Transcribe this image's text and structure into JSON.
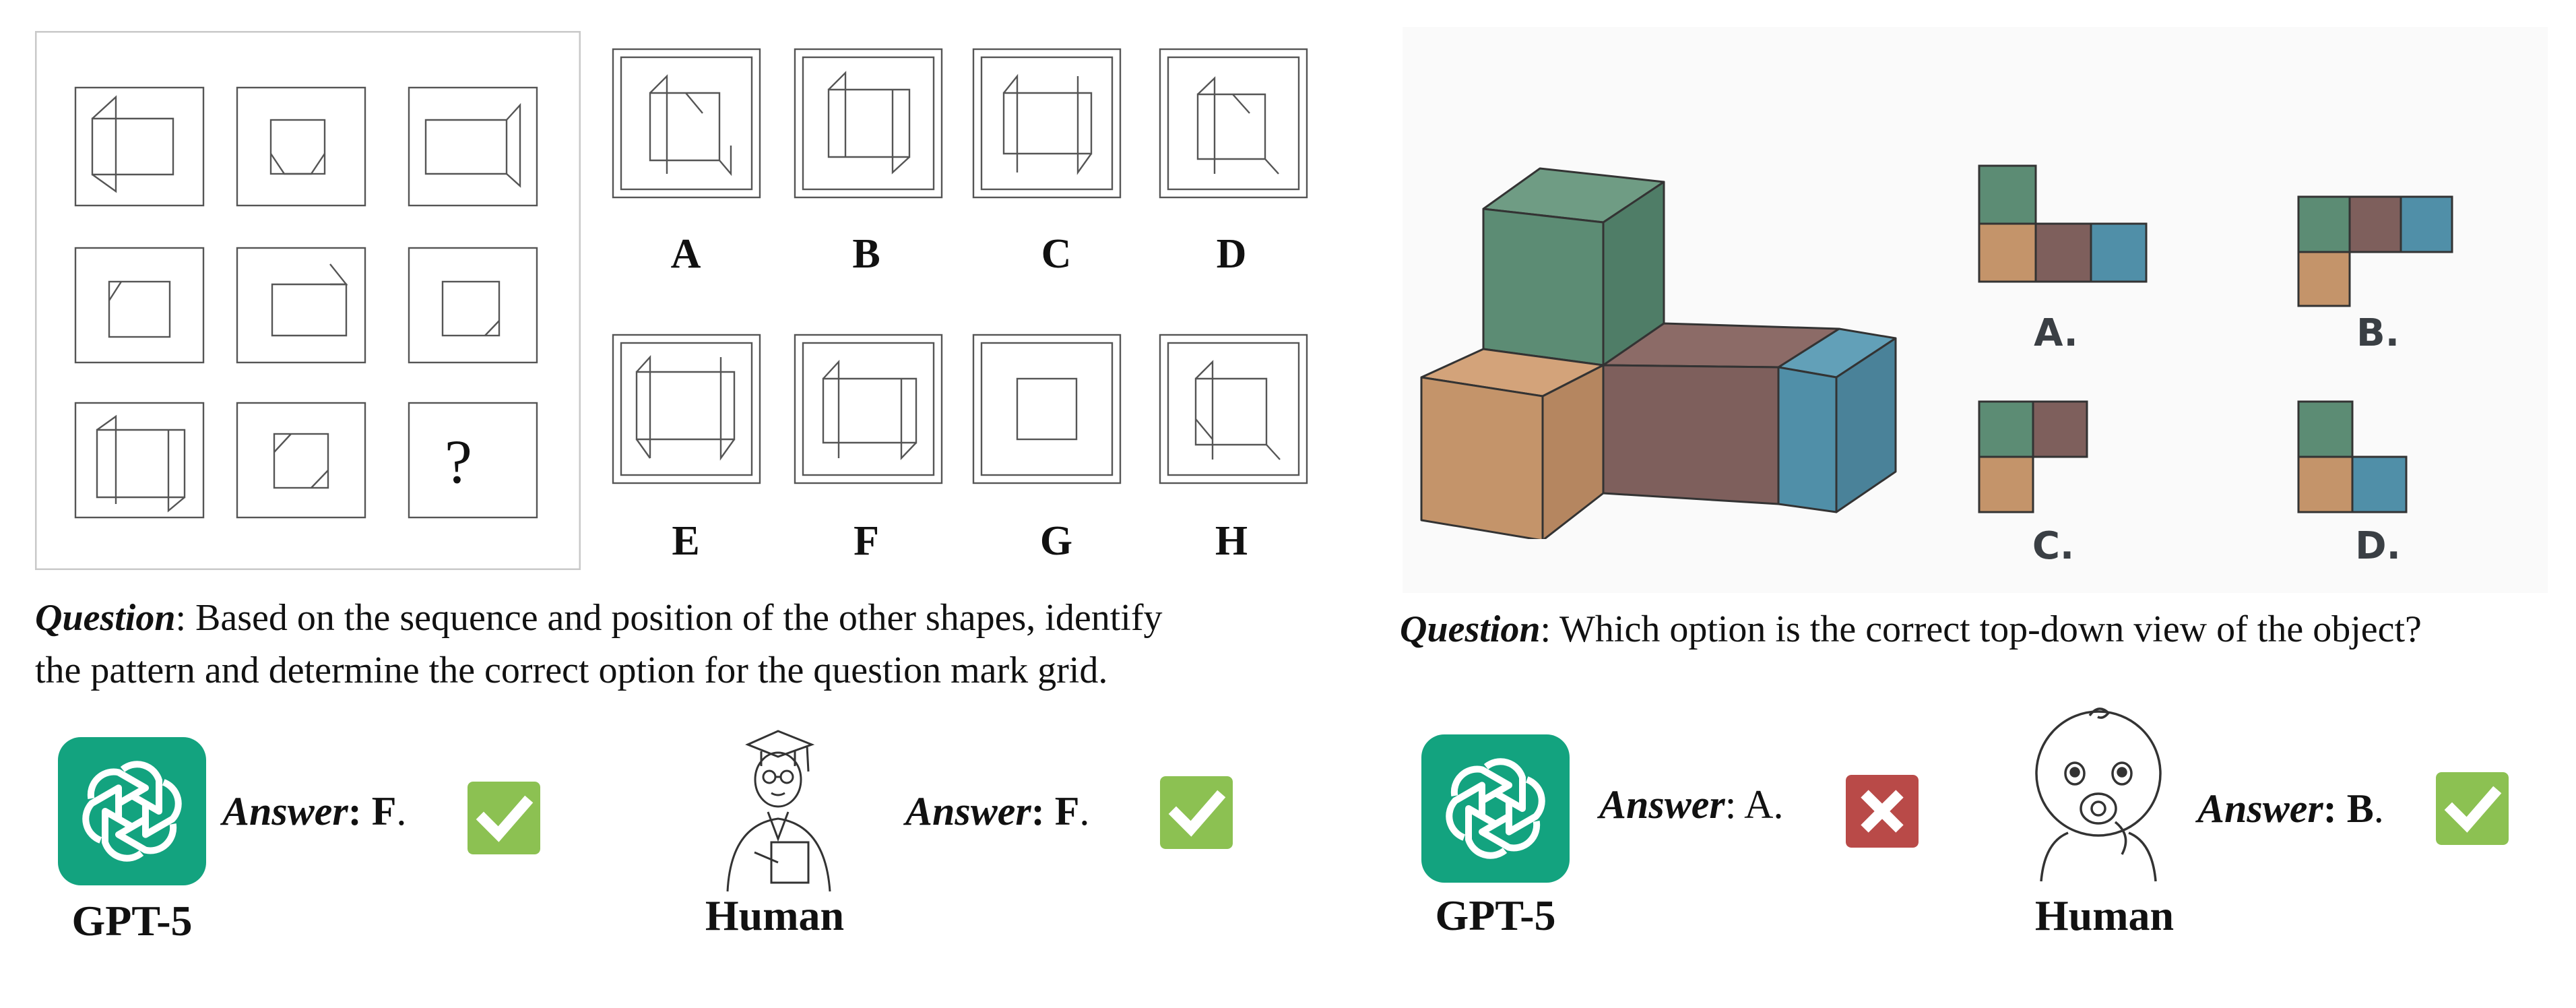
{
  "left_panel": {
    "option_labels": [
      "A",
      "B",
      "C",
      "D",
      "E",
      "F",
      "G",
      "H"
    ],
    "question_mark": "?",
    "question": {
      "label": "Question",
      "line1": ": Based on the sequence and position of the other shapes, identify",
      "line2": "the pattern and determine the correct option for the question mark grid."
    },
    "gpt": {
      "name": "GPT-5",
      "answer_label": "Answer",
      "answer_colon": ": ",
      "answer_value": "F",
      "answer_period": ".",
      "correct": true
    },
    "human": {
      "name": "Human",
      "answer_label": "Answer",
      "answer_colon": ": ",
      "answer_value": "F",
      "answer_period": ".",
      "correct": true
    }
  },
  "right_panel": {
    "option_labels": [
      "A.",
      "B.",
      "C.",
      "D."
    ],
    "question": {
      "label": "Question",
      "text": ": Which option is the correct top-down view of the object?"
    },
    "gpt": {
      "name": "GPT-5",
      "answer_label": "Answer",
      "answer_colon": ": ",
      "answer_value": "A",
      "answer_period": ".",
      "correct": false
    },
    "human": {
      "name": "Human",
      "answer_label": "Answer",
      "answer_colon": ": ",
      "answer_value": "B",
      "answer_period": ".",
      "correct": true
    }
  },
  "colors": {
    "green_cube": "#5c8c74",
    "orange_cube": "#c4946a",
    "brown_cube": "#7e5f5c",
    "blue_cube": "#508fa8",
    "correct_badge": "#8cc152",
    "wrong_badge": "#b94a48",
    "logo": "#13a37f"
  }
}
